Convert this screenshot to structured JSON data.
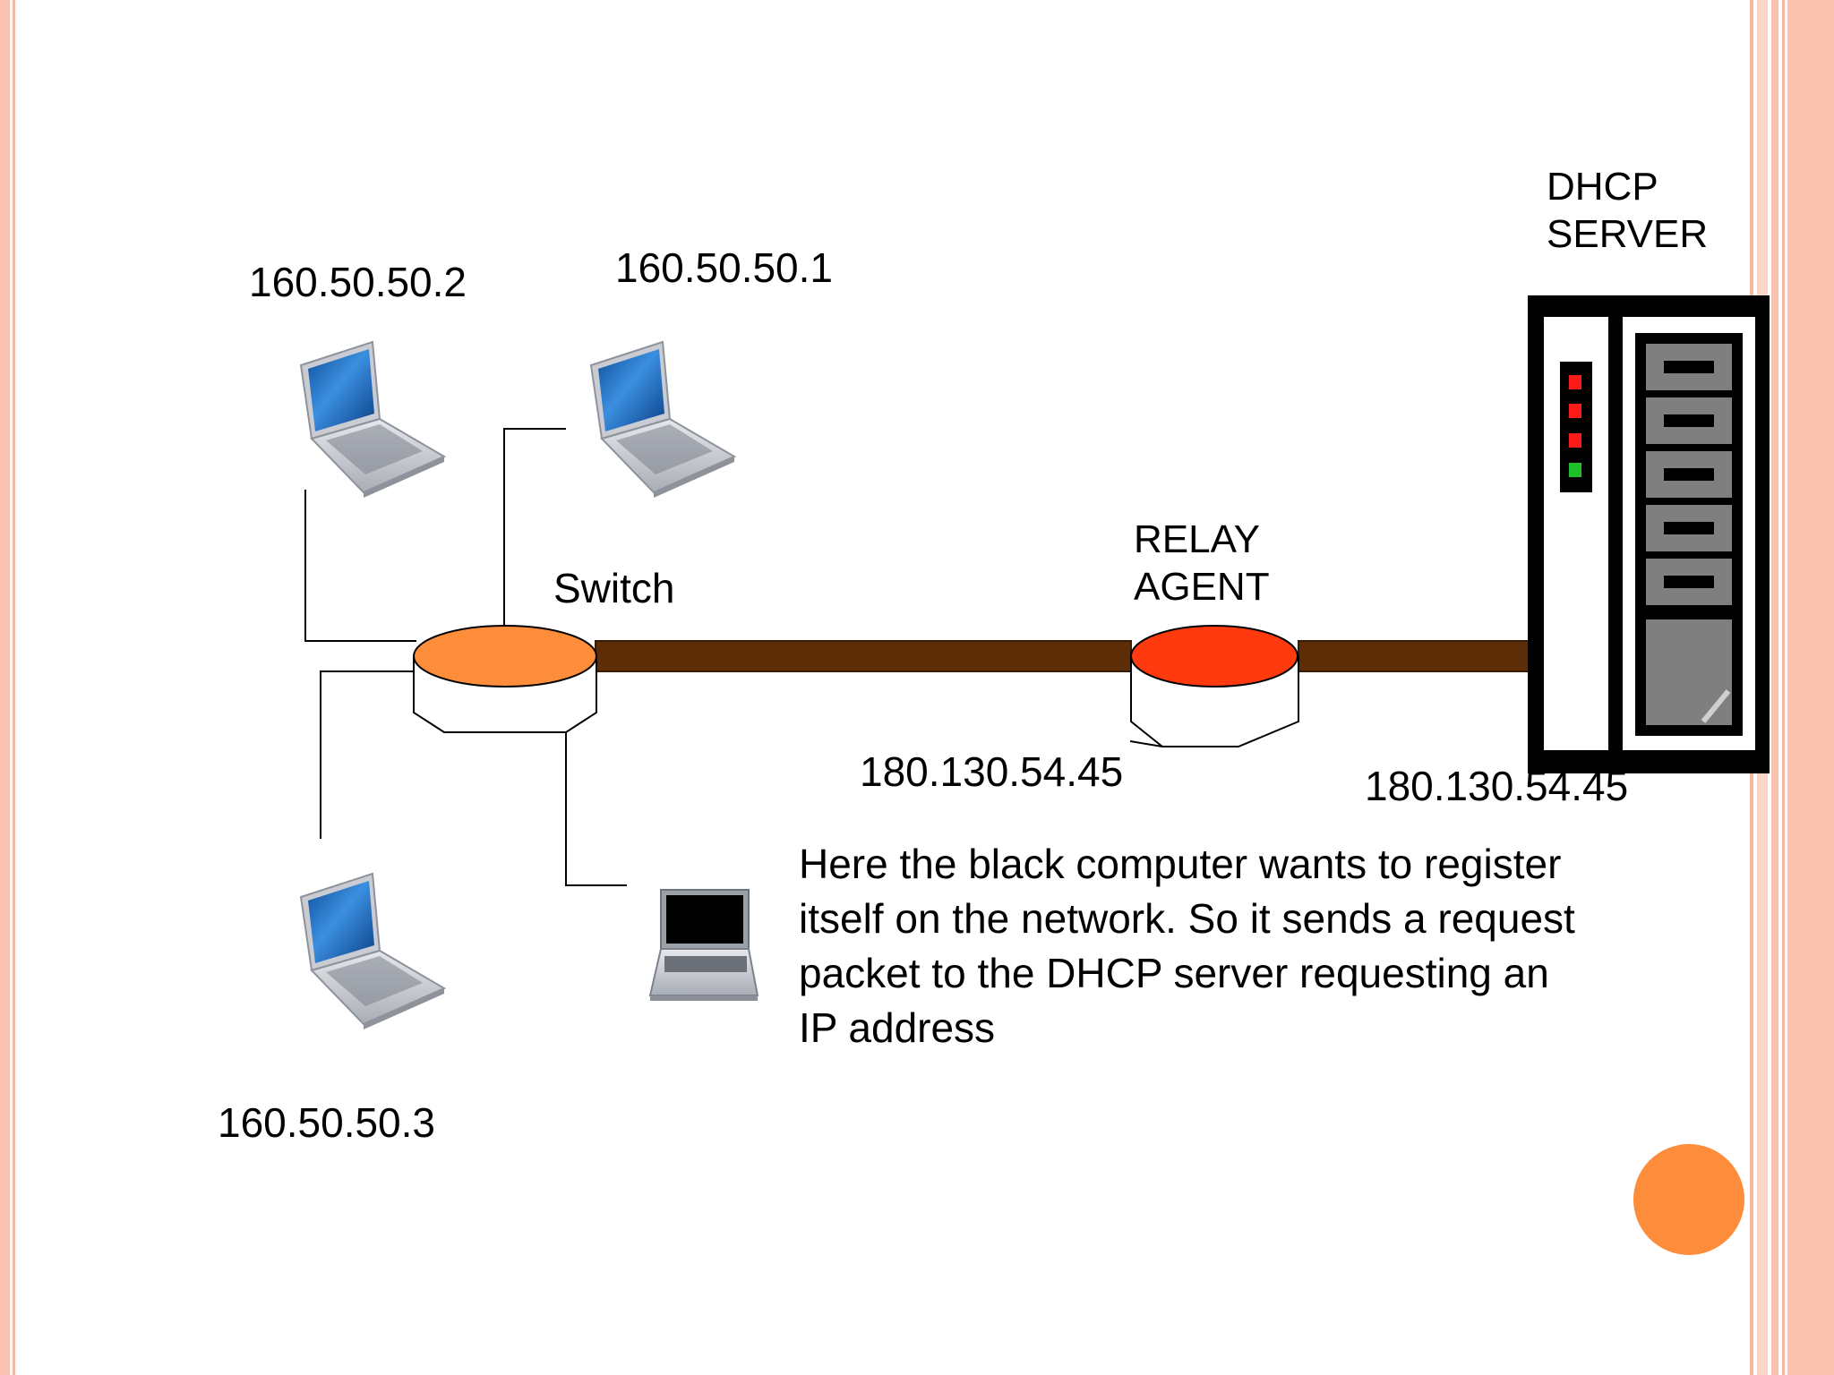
{
  "diagram": {
    "title": "",
    "nodes": {
      "laptop_top_left": {
        "ip": "160.50.50.2"
      },
      "laptop_top_mid": {
        "ip": "160.50.50.1"
      },
      "laptop_bottom_left": {
        "ip": "160.50.50.3"
      },
      "black_laptop": {
        "ip": ""
      },
      "switch": {
        "label": "Switch"
      },
      "relay_agent": {
        "label_line1": "RELAY",
        "label_line2": "AGENT",
        "ip": "180.130.54.45"
      },
      "dhcp_server": {
        "label_line1": "DHCP",
        "label_line2": "SERVER",
        "ip": "180.130.54.45"
      }
    },
    "description_lines": [
      "Here the black computer wants to register",
      "itself on the network. So it sends a request",
      "packet to the DHCP server requesting an",
      "IP address"
    ]
  },
  "colors": {
    "frame_border": "#f6b8a3",
    "switch_top": "#fd8c3b",
    "relay_top": "#fe3a0e",
    "link": "#5c2d07",
    "accent_dot": "#fd8c3b",
    "led_red": "#ff1a1a",
    "led_green": "#1fbf2a"
  }
}
